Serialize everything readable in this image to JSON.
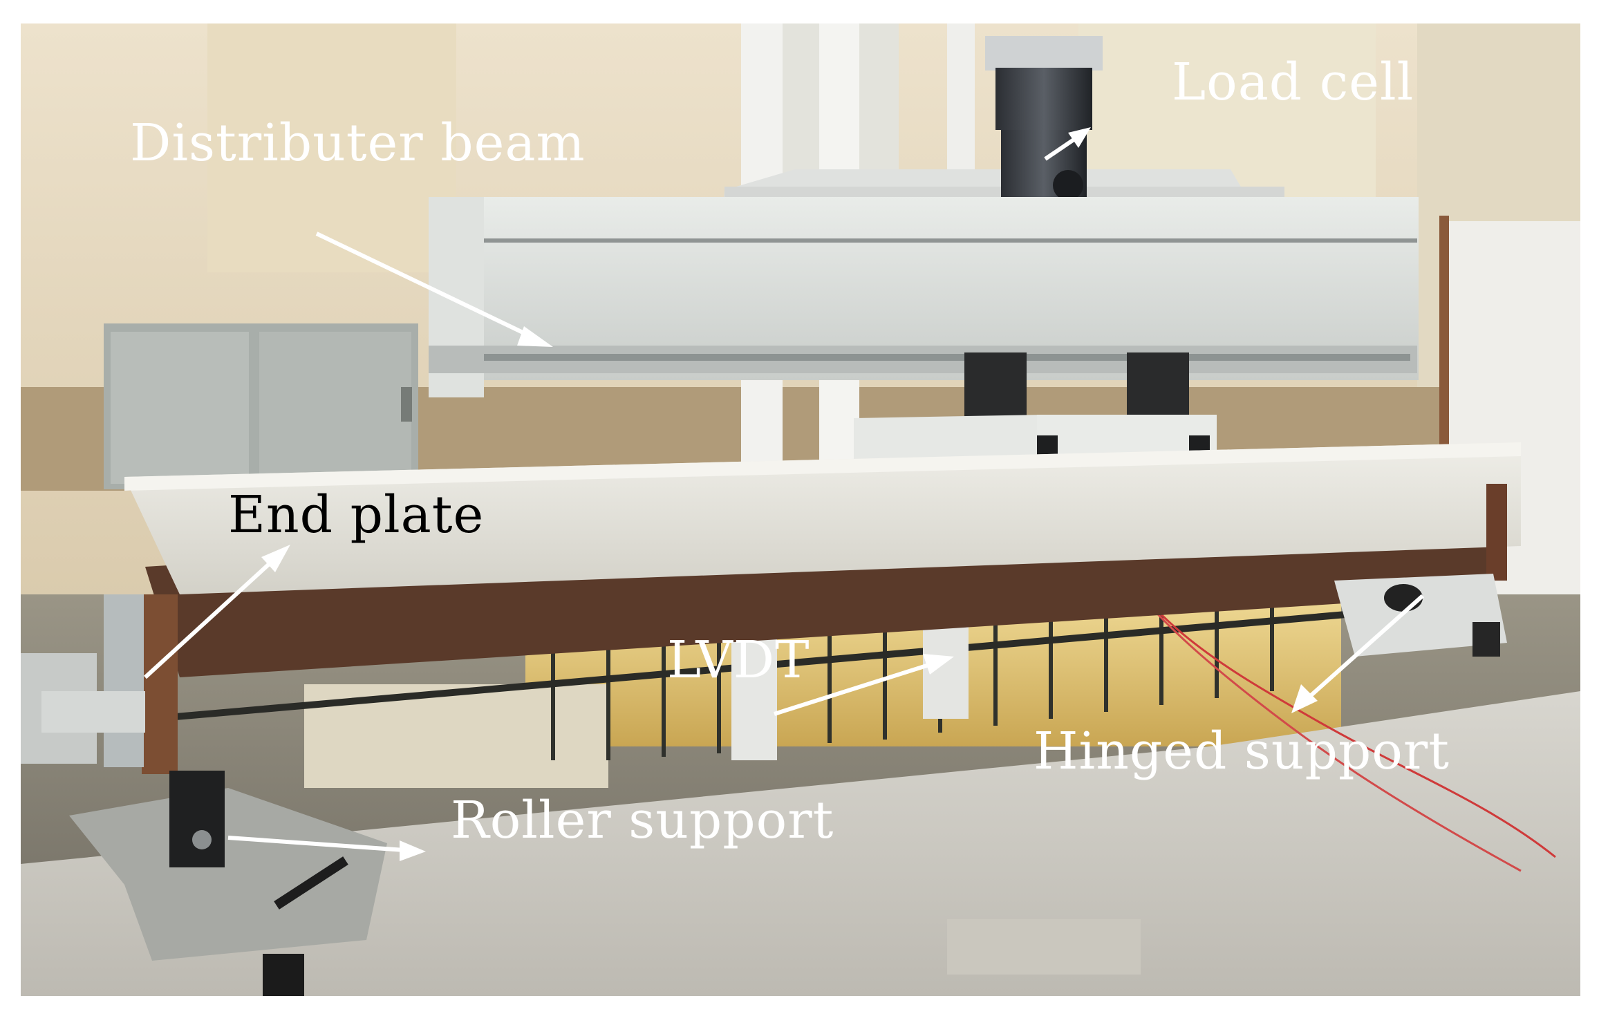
{
  "labels": {
    "load_cell": "Load cell",
    "distributer_beam": "Distributer beam",
    "end_plate": "End plate",
    "lvdt": "LVDT",
    "hinged_support": "Hinged support",
    "roller_support": "Roller support"
  },
  "colors": {
    "label_light": "#ffffff",
    "label_dark": "#000000",
    "arrow": "#ffffff"
  }
}
